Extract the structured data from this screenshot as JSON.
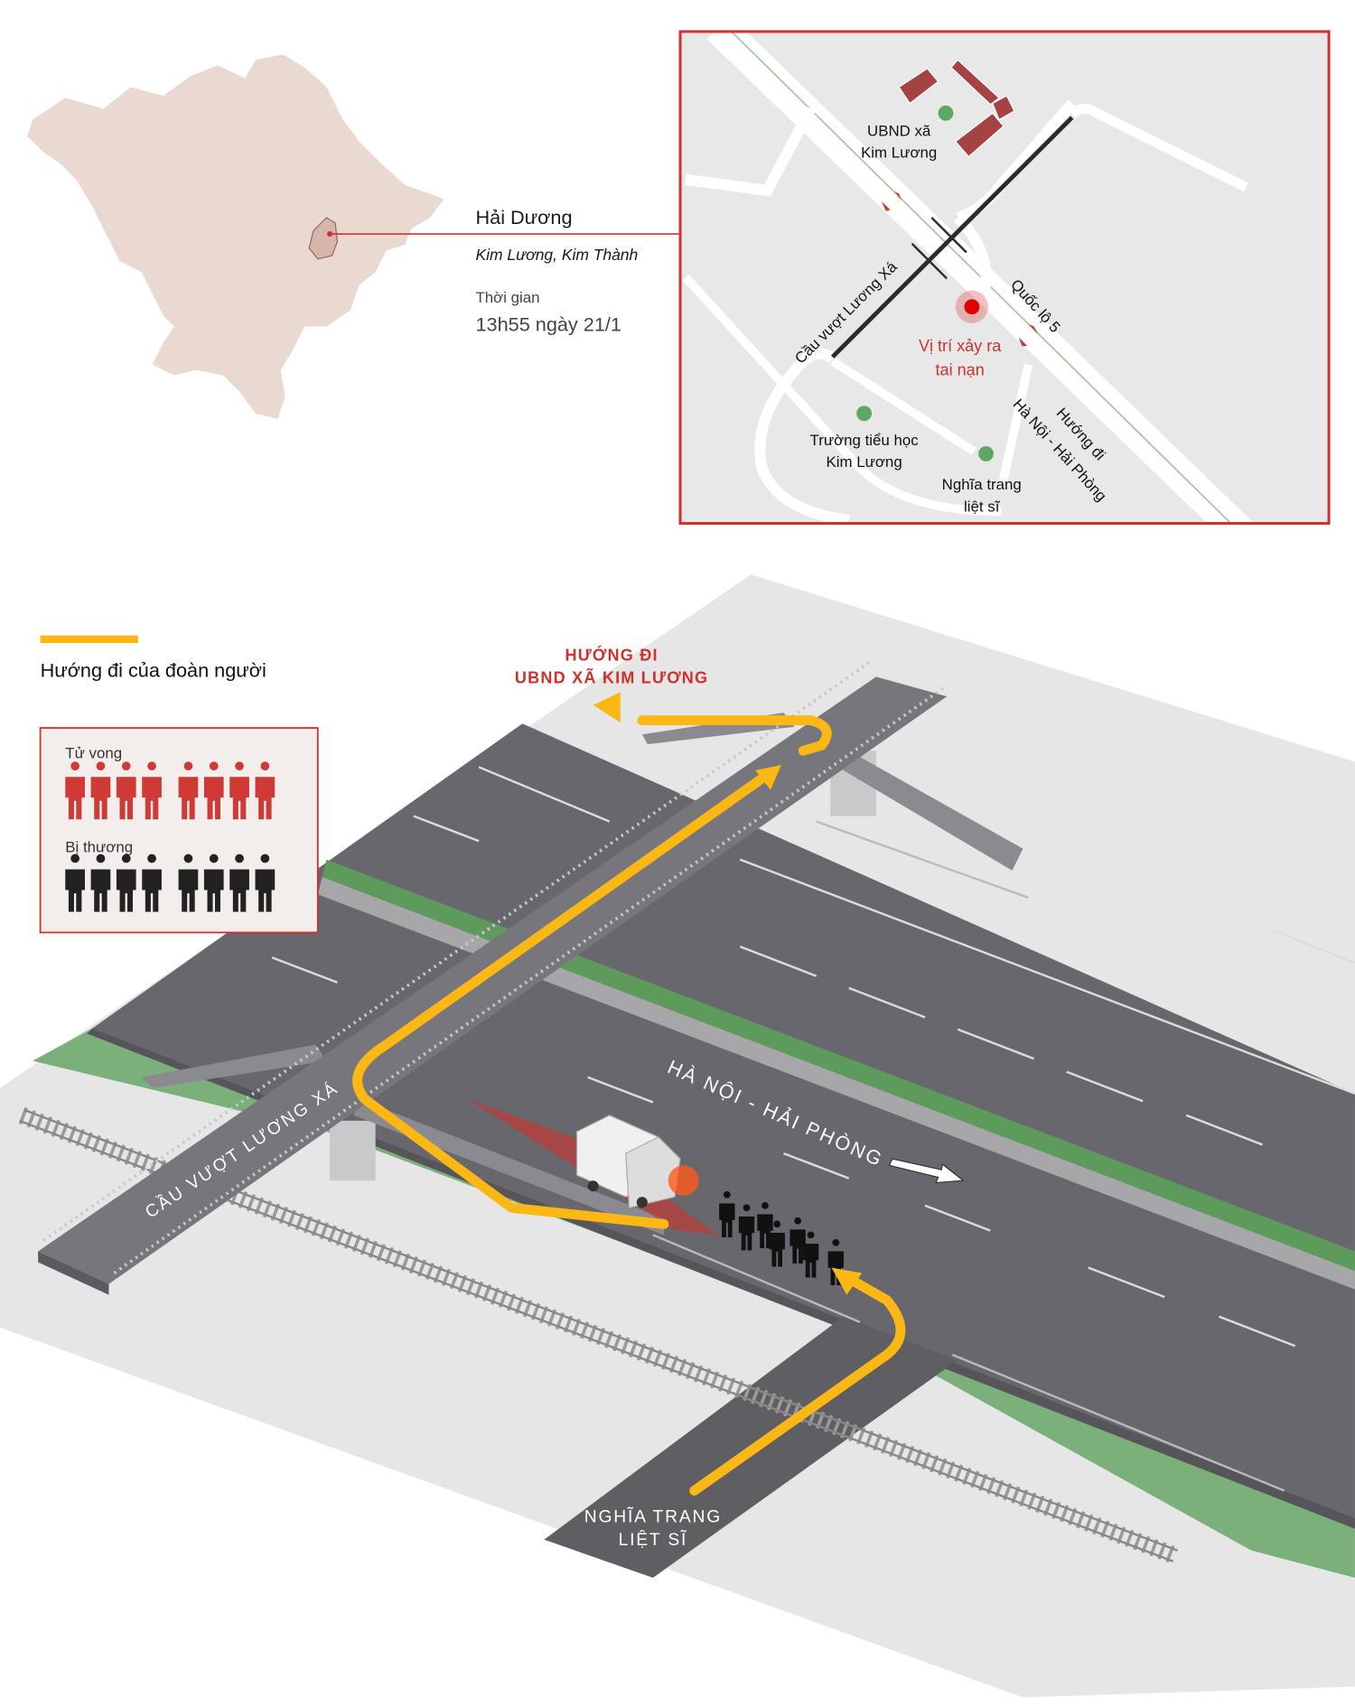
{
  "location": {
    "province": "Hải Dương",
    "commune": "Kim Lương, Kim Thành",
    "time_label": "Thời gian",
    "time_value": "13h55 ngày 21/1"
  },
  "inset_map": {
    "ubnd": [
      "UBND xã",
      "Kim Lương"
    ],
    "bridge": "Cầu vượt Lương Xá",
    "highway": "Quốc lộ 5",
    "accident": [
      "Vị trí xảy ra",
      "tai nạn"
    ],
    "school": [
      "Trường tiểu học",
      "Kim Lương"
    ],
    "cemetery": [
      "Nghĩa trang",
      "liệt sĩ"
    ],
    "direction": [
      "Hướng đi",
      "Hà Nội - Hải Phòng"
    ]
  },
  "legend": {
    "path_label": "Hướng đi của đoàn người",
    "deaths_label": "Tử vong",
    "deaths_count": 8,
    "injured_label": "Bị thương",
    "injured_count": 8
  },
  "scene": {
    "destination": [
      "HƯỚNG ĐI",
      "UBND XÃ KIM LƯƠNG"
    ],
    "highway": "HÀ NỘI - HẢI PHÒNG",
    "bridge": "CẦU VƯỢT LƯƠNG XÁ",
    "origin": [
      "NGHĨA TRANG",
      "LIỆT SĨ"
    ]
  },
  "colors": {
    "accent_red": "#d0312d",
    "path_yellow": "#fbb713",
    "road": "#6b6b70",
    "grass": "#7bb07a",
    "map_land": "#ead9d0"
  }
}
